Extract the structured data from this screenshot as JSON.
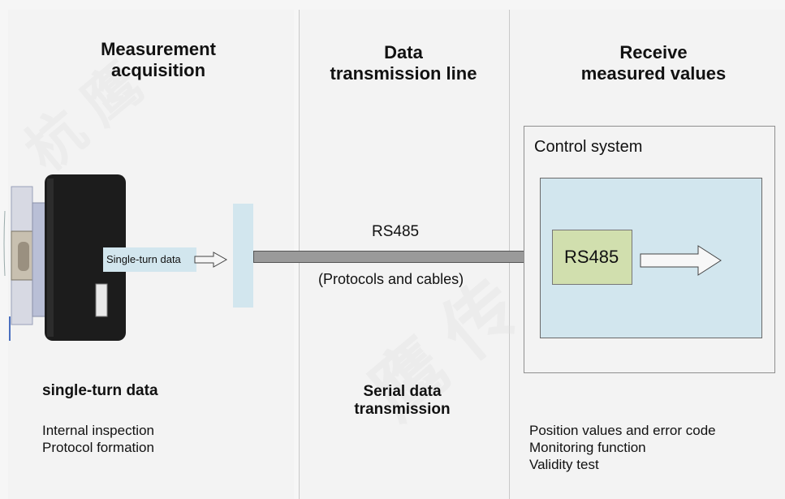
{
  "columns": [
    {
      "heading": "Measurement\nacquisition",
      "subheading": "single-turn data",
      "body": "Internal inspection\nProtocol formation"
    },
    {
      "heading": "Data\ntransmission line",
      "subheading": "Serial data\ntransmission",
      "body": ""
    },
    {
      "heading": "Receive\nmeasured values",
      "subheading": "",
      "body": "Position values and error code\nMonitoring function\nValidity test"
    }
  ],
  "diagram": {
    "encoder_chip_label": "Single-turn data",
    "line_label": "RS485",
    "line_sublabel": "(Protocols and cables)",
    "control_system_label": "Control system",
    "receiver_chip_label": "RS485"
  },
  "colors": {
    "panel_fill": "#d2e6ee",
    "chip_fill": "#d1dfae",
    "cable_fill": "#9a9a9a"
  }
}
